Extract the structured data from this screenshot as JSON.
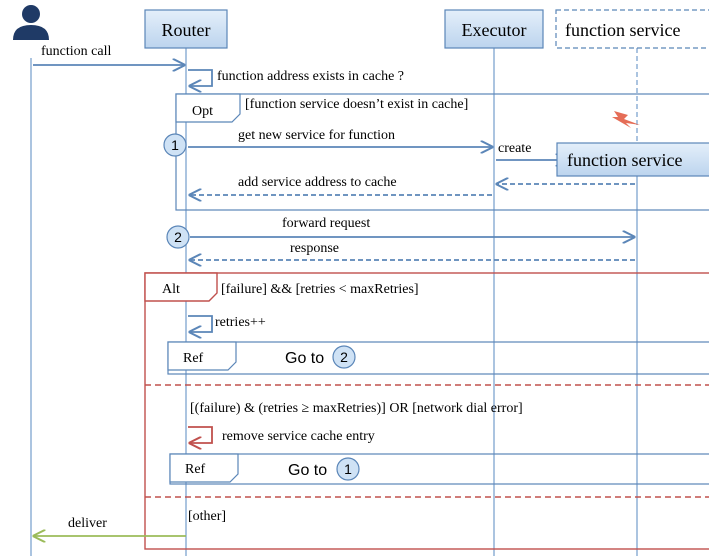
{
  "actors": {
    "user_label": "function call",
    "router": "Router",
    "executor": "Executor",
    "function_service_top": "function service",
    "function_service_created": "function service"
  },
  "messages": {
    "cache_check": "function address exists in cache ?",
    "get_new_service": "get new service for function",
    "create": "create",
    "add_address": "add service address to cache",
    "forward_request": "forward request",
    "response": "response",
    "retries": "retries++",
    "remove_entry": "remove service cache entry",
    "deliver": "deliver"
  },
  "fragments": {
    "opt_label": "Opt",
    "opt_guard": "[function service doesn’t exist in cache]",
    "alt_label": "Alt",
    "alt_guard1": "[failure] && [retries < maxRetries]",
    "alt_guard2": "[(failure) & (retries ≥ maxRetries)] OR [network dial error]",
    "alt_guard3": "[other]",
    "ref_label": "Ref",
    "goto_text": "Go to"
  },
  "markers": {
    "one": "1",
    "two": "2"
  },
  "colors": {
    "actor_fill": "#cfe2f5",
    "actor_stroke": "#5b86b8",
    "arrow_blue": "#5b86b8",
    "alt_red": "#c0504d",
    "deliver_green": "#9bbb59",
    "lightning_red": "#e0533a",
    "user_icon": "#1f3a66"
  }
}
